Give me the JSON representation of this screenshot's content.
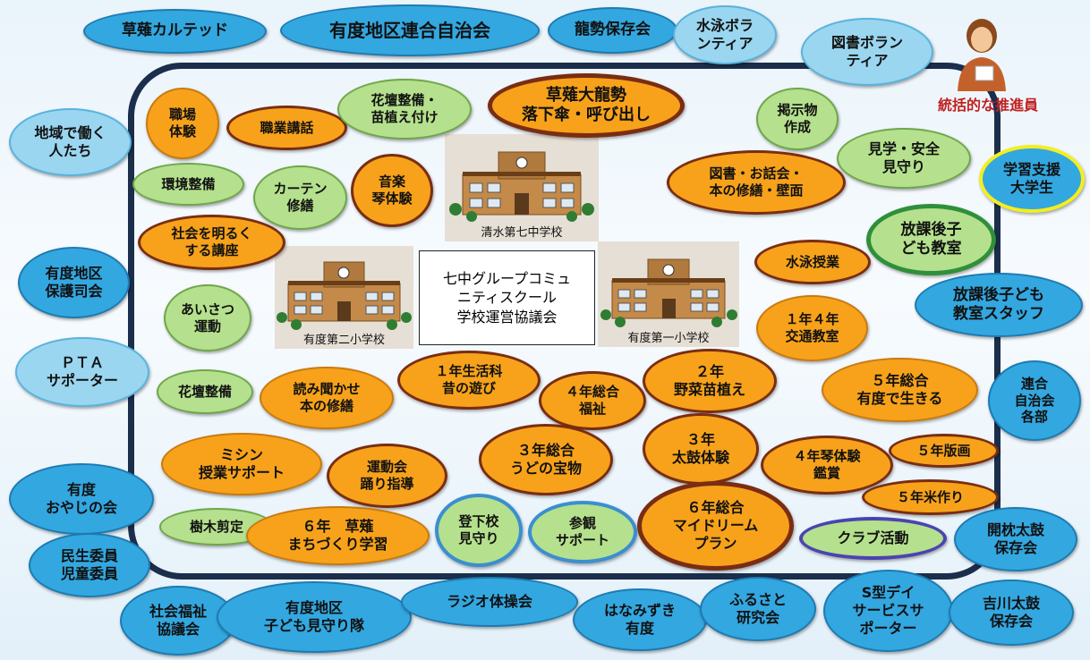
{
  "center": {
    "label": "七中グループコミュ\nニティスクール\n学校運営協議会"
  },
  "promoter": {
    "label": "統括的な推進員"
  },
  "schools": {
    "shimizu7": "清水第七中学校",
    "ud2": "有度第二小学校",
    "ud1": "有度第一小学校"
  },
  "outer": {
    "kusanagi_kalteddo": "草薙カルテッド",
    "uds_jichikai": "有度地区連合自治会",
    "ryusei": "龍勢保存会",
    "swim_vol": "水泳ボラ\nンティア",
    "book_vol": "図書ボラン\nティア",
    "chiiki_hito": "地域で働く\n人たち",
    "gakushu_shien": "学習支援\n大学生",
    "hogoshi": "有度地区\n保護司会",
    "houkago_staff": "放課後子ども\n教室スタッフ",
    "pta": "ＰＴＡ\nサポーター",
    "rengo_bu": "連合\n自治会\n各部",
    "oyaji": "有度\nおやじの会",
    "minsei": "民生委員\n児童委員",
    "kaichin": "開枕太鼓\n保存会",
    "shakai_fukushi": "社会福祉\n協議会",
    "mimamori_tai": "有度地区\n子ども見守り隊",
    "radio": "ラジオ体操会",
    "hanamizuki": "はなみずき\n有度",
    "furusato": "ふるさと\n研究会",
    "s_day": "S型デイ\nサービスサ\nポーター",
    "yoshikawa": "吉川太鼓\n保存会"
  },
  "inner": {
    "shokuba": "職場\n体験",
    "shokugyo": "職業講話",
    "kadan_naeue": "花壇整備・\n苗植え付け",
    "kusanagi_ryusei": "草薙大龍勢\n落下傘・呼び出し",
    "keijibutsu": "掲示物\n作成",
    "kengaku": "見学・安全\n見守り",
    "kankyo": "環境整備",
    "curtain": "カーテン\n修繕",
    "ongaku": "音楽\n琴体験",
    "tosho_ohanashi": "図書・お話会・\n本の修繕・壁面",
    "houkago_kyoshitsu": "放課後子\nども教室",
    "shakai_akaruku": "社会を明るく\nする講座",
    "suiei_jugyo": "水泳授業",
    "aisatsu": "あいさつ\n運動",
    "ichinen_yonnen": "１年４年\n交通教室",
    "kadan": "花壇整備",
    "yomikikase": "読み聞かせ\n本の修繕",
    "ichinen_seikatsu": "１年生活科\n昔の遊び",
    "yonen_fukushi": "４年総合\n福祉",
    "ninen_yasai": "２年\n野菜苗植え",
    "gonen_ikiru": "５年総合\n有度で生きる",
    "mishin": "ミシン\n授業サポート",
    "undokai": "運動会\n踊り指導",
    "sannen_udo": "３年総合\nうどの宝物",
    "sannen_taiko": "３年\n太鼓体験",
    "yonen_koto": "４年琴体験\n鑑賞",
    "gonen_hanga": "５年版画",
    "gonen_kome": "５年米作り",
    "jumoku": "樹木剪定",
    "machizukuri": "６年　草薙\nまちづくり学習",
    "toge": "登下校\n見守り",
    "sankan": "参観\nサポート",
    "rokunen_dream": "６年総合\nマイドリーム\nプラン",
    "club": "クラブ活動"
  }
}
